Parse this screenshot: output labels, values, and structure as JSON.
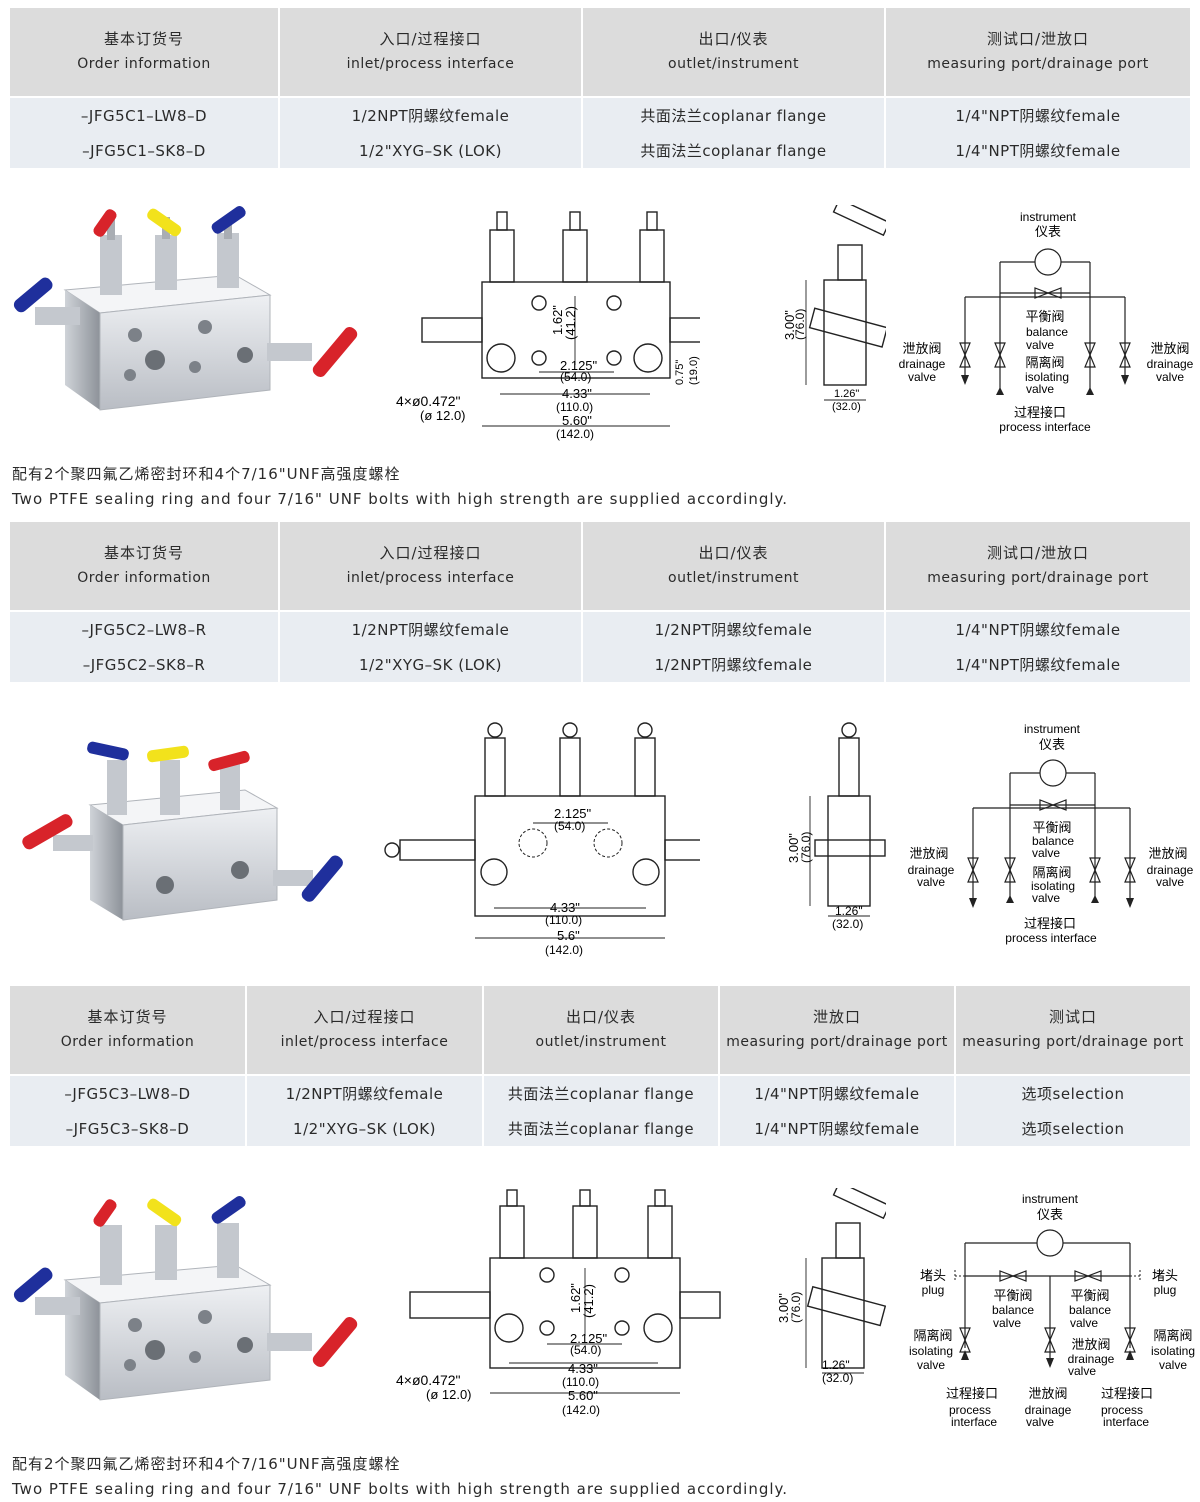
{
  "sections": [
    {
      "table": {
        "headers": [
          {
            "cn": "基本订货号",
            "en": "Order  information"
          },
          {
            "cn": "入口/过程接口",
            "en": "inlet/process  interface"
          },
          {
            "cn": "出口/仪表",
            "en": "outlet/instrument"
          },
          {
            "cn": "测试口/泄放口",
            "en": "measuring  port/drainage  port"
          }
        ],
        "rows": [
          [
            "–JFG5C1–LW8–D",
            "1/2NPT阴螺纹female",
            "共面法兰coplanar  flange",
            "1/4\"NPT阴螺纹female"
          ],
          [
            "–JFG5C1–SK8–D",
            "1/2\"XYG–SK  (LOK)",
            "共面法兰coplanar  flange",
            "1/4\"NPT阴螺纹female"
          ]
        ]
      },
      "dims": {
        "d1": "1.62\"",
        "d1m": "(41.2)",
        "d2": "2.125\"",
        "d2m": "(54.0)",
        "d3": "4.33\"",
        "d3m": "(110.0)",
        "d4": "5.60\"",
        "d4m": "(142.0)",
        "d5": "0.75\"",
        "d5m": "(19.0)",
        "hole": "4×ø0.472\"",
        "holem": "(ø 12.0)",
        "h": "3.00\"",
        "hm": "(76.0)",
        "w": "1.26\"",
        "wm": "(32.0)"
      },
      "schematic": {
        "instrument_en": "instrument",
        "instrument_cn": "仪表",
        "balance_cn": "平衡阀",
        "balance_en1": "balance",
        "balance_en2": "valve",
        "isolating_cn": "隔离阀",
        "isolating_en1": "isolating",
        "isolating_en2": "valve",
        "drain_cn": "泄放阀",
        "drain_en1": "drainage",
        "drain_en2": "valve",
        "process_cn": "过程接口",
        "process_en": "process  interface"
      },
      "note": {
        "cn": "配有2个聚四氟乙烯密封环和4个7/16\"UNF高强度螺栓",
        "en": "Two  PTFE  sealing  ring  and  four  7/16\"  UNF  bolts  with  high  strength  are  supplied  accordingly."
      }
    },
    {
      "table": {
        "headers": [
          {
            "cn": "基本订货号",
            "en": "Order  information"
          },
          {
            "cn": "入口/过程接口",
            "en": "inlet/process  interface"
          },
          {
            "cn": "出口/仪表",
            "en": "outlet/instrument"
          },
          {
            "cn": "测试口/泄放口",
            "en": "measuring  port/drainage  port"
          }
        ],
        "rows": [
          [
            "–JFG5C2–LW8–R",
            "1/2NPT阴螺纹female",
            "1/2NPT阴螺纹female",
            "1/4\"NPT阴螺纹female"
          ],
          [
            "–JFG5C2–SK8–R",
            "1/2\"XYG–SK  (LOK)",
            "1/2NPT阴螺纹female",
            "1/4\"NPT阴螺纹female"
          ]
        ]
      },
      "dims": {
        "d2": "2.125\"",
        "d2m": "(54.0)",
        "d3": "4.33\"",
        "d3m": "(110.0)",
        "d4": "5.6\"",
        "d4m": "(142.0)",
        "h": "3.00\"",
        "hm": "(76.0)",
        "w": "1.26\"",
        "wm": "(32.0)"
      },
      "schematic": {
        "instrument_en": "instrument",
        "instrument_cn": "仪表",
        "balance_cn": "平衡阀",
        "balance_en1": "balance",
        "balance_en2": "valve",
        "isolating_cn": "隔离阀",
        "isolating_en1": "isolating",
        "isolating_en2": "valve",
        "drain_cn": "泄放阀",
        "drain_en1": "drainage",
        "drain_en2": "valve",
        "process_cn": "过程接口",
        "process_en": "process  interface"
      }
    },
    {
      "table": {
        "headers": [
          {
            "cn": "基本订货号",
            "en": "Order  information"
          },
          {
            "cn": "入口/过程接口",
            "en": "inlet/process  interface"
          },
          {
            "cn": "出口/仪表",
            "en": "outlet/instrument"
          },
          {
            "cn": "泄放口",
            "en": "measuring  port/drainage  port"
          },
          {
            "cn": "测试口",
            "en": "measuring  port/drainage  port"
          }
        ],
        "rows": [
          [
            "–JFG5C3–LW8–D",
            "1/2NPT阴螺纹female",
            "共面法兰coplanar  flange",
            "1/4\"NPT阴螺纹female",
            "选项selection"
          ],
          [
            "–JFG5C3–SK8–D",
            "1/2\"XYG–SK  (LOK)",
            "共面法兰coplanar  flange",
            "1/4\"NPT阴螺纹female",
            "选项selection"
          ]
        ]
      },
      "dims": {
        "d1": "1.62\"",
        "d1m": "(41.2)",
        "d2": "2.125\"",
        "d2m": "(54.0)",
        "d3": "4.33\"",
        "d3m": "(110.0)",
        "d4": "5.60\"",
        "d4m": "(142.0)",
        "hole": "4×ø0.472\"",
        "holem": "(ø 12.0)",
        "h": "3.00\"",
        "hm": "(76.0)",
        "w": "1.26\"",
        "wm": "(32.0)"
      },
      "schematic": {
        "instrument_en": "instrument",
        "instrument_cn": "仪表",
        "plug_cn": "堵头",
        "plug_en": "plug",
        "balance_cn": "平衡阀",
        "balance_en1": "balance",
        "balance_en2": "valve",
        "isolating_cn": "隔离阀",
        "isolating_en1": "isolating",
        "isolating_en2": "valve",
        "drain_cn": "泄放阀",
        "drain_en1": "drainage",
        "drain_en2": "valve",
        "process_cn": "过程接口",
        "process_en1": "process",
        "process_en2": "interface"
      },
      "note": {
        "cn": "配有2个聚四氟乙烯密封环和4个7/16\"UNF高强度螺栓",
        "en": "Two  PTFE  sealing  ring  and  four  7/16\"  UNF  bolts  with  high  strength  are  supplied  accordingly."
      }
    }
  ],
  "colors": {
    "header_bg": "#dcdcdc",
    "row_bg": "#e9edf2",
    "handle_red": "#d8232a",
    "handle_yellow": "#f2e21c",
    "handle_blue": "#1f2f9c"
  }
}
